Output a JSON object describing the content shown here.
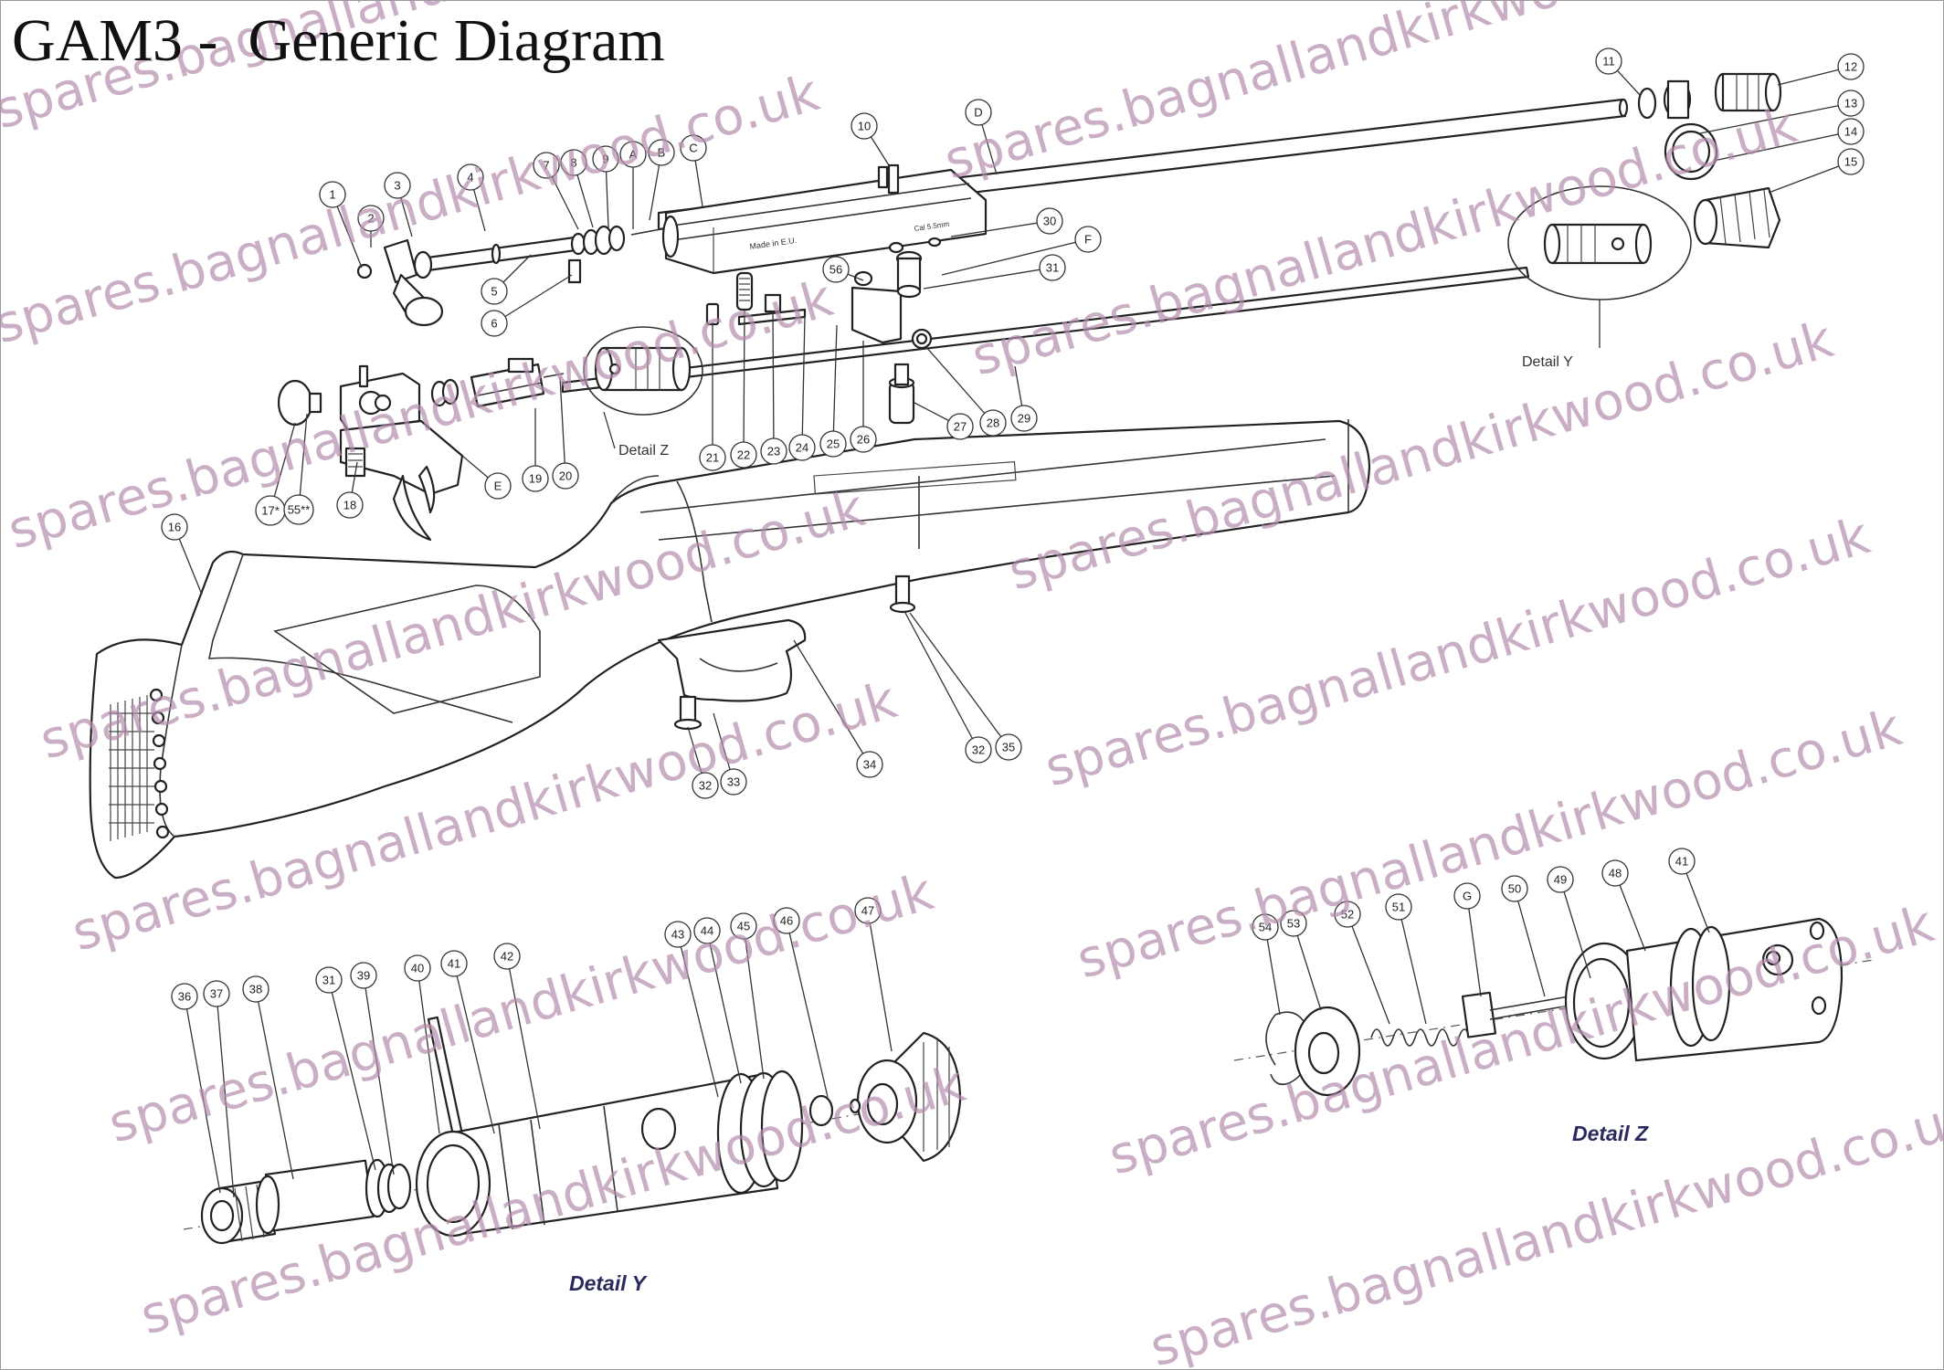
{
  "title": "GAM3 -  Generic Diagram",
  "watermark": "spares.bagnallandkirkwood.co.uk",
  "watermark_color": "#b48cad",
  "detail_labels": {
    "detail_y_ref": "Detail Y",
    "detail_z_ref": "Detail Z",
    "detail_y_title": "Detail Y",
    "detail_z_title": "Detail Z"
  },
  "callouts": [
    {
      "id": "1"
    },
    {
      "id": "2"
    },
    {
      "id": "3"
    },
    {
      "id": "4"
    },
    {
      "id": "5"
    },
    {
      "id": "6"
    },
    {
      "id": "7"
    },
    {
      "id": "8"
    },
    {
      "id": "9"
    },
    {
      "id": "A"
    },
    {
      "id": "B"
    },
    {
      "id": "C"
    },
    {
      "id": "10"
    },
    {
      "id": "D"
    },
    {
      "id": "11"
    },
    {
      "id": "12"
    },
    {
      "id": "13"
    },
    {
      "id": "14"
    },
    {
      "id": "15"
    },
    {
      "id": "30"
    },
    {
      "id": "F"
    },
    {
      "id": "31"
    },
    {
      "id": "56"
    },
    {
      "id": "17*"
    },
    {
      "id": "55**"
    },
    {
      "id": "18"
    },
    {
      "id": "E"
    },
    {
      "id": "19"
    },
    {
      "id": "20"
    },
    {
      "id": "21"
    },
    {
      "id": "22"
    },
    {
      "id": "23"
    },
    {
      "id": "24"
    },
    {
      "id": "25"
    },
    {
      "id": "26"
    },
    {
      "id": "27"
    },
    {
      "id": "28"
    },
    {
      "id": "29"
    },
    {
      "id": "16"
    },
    {
      "id": "32"
    },
    {
      "id": "33"
    },
    {
      "id": "34"
    },
    {
      "id": "32"
    },
    {
      "id": "35"
    },
    {
      "id": "36"
    },
    {
      "id": "37"
    },
    {
      "id": "38"
    },
    {
      "id": "31"
    },
    {
      "id": "39"
    },
    {
      "id": "40"
    },
    {
      "id": "41"
    },
    {
      "id": "42"
    },
    {
      "id": "43"
    },
    {
      "id": "44"
    },
    {
      "id": "45"
    },
    {
      "id": "46"
    },
    {
      "id": "47"
    },
    {
      "id": "54"
    },
    {
      "id": "53"
    },
    {
      "id": "52"
    },
    {
      "id": "51"
    },
    {
      "id": "G"
    },
    {
      "id": "50"
    },
    {
      "id": "49"
    },
    {
      "id": "48"
    },
    {
      "id": "41"
    }
  ]
}
